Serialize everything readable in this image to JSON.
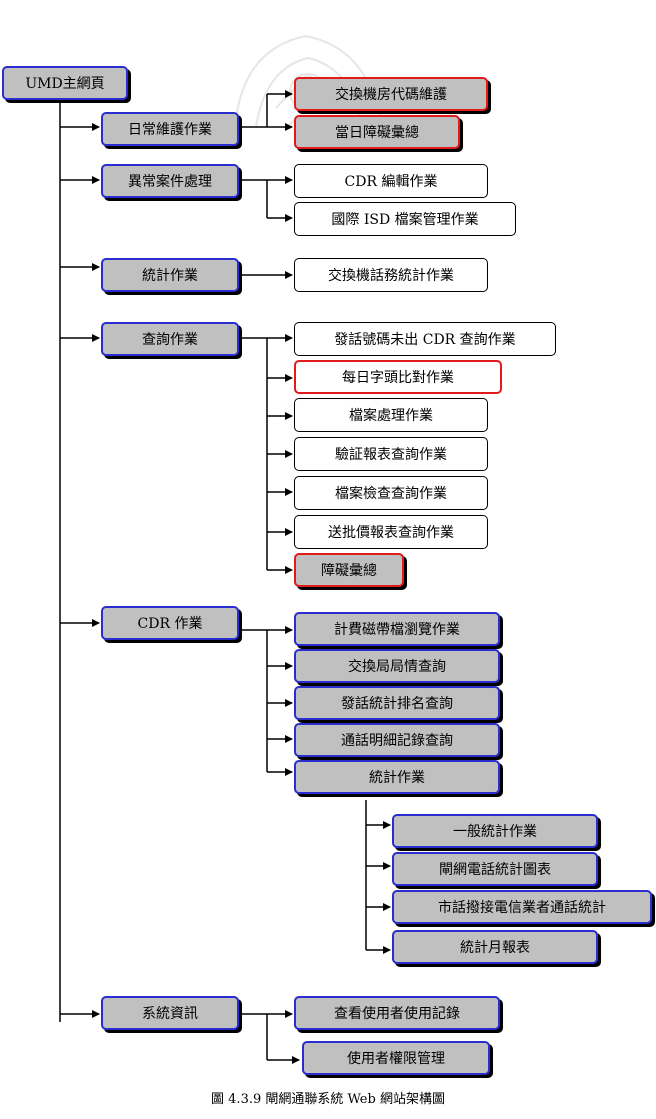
{
  "nodes": {
    "root": "UMD主網頁",
    "daily": "日常維護作業",
    "switch_code": "交換機房代碼維護",
    "fault_sum_1": "當日障礙彙總",
    "anomaly": "異常案件處理",
    "cdr_edit": "CDR 編輯作業",
    "isd": "國際 ISD 檔案管理作業",
    "stats": "統計作業",
    "switch_traffic": "交換機話務統計作業",
    "query": "查詢作業",
    "caller_cdr": "發話號碼未出 CDR 查詢作業",
    "daily_prefix": "每日字頭比對作業",
    "file_process": "檔案處理作業",
    "verify_report": "驗証報表查詢作業",
    "file_check": "檔案檢查查詢作業",
    "batch_report": "送批價報表查詢作業",
    "fault_sum_2": "障礙彙總",
    "cdr_ops": "CDR 作業",
    "billing_browse": "計費磁帶檔瀏覽作業",
    "switch_office": "交換局局情查詢",
    "caller_rank": "發話統計排名查詢",
    "call_detail": "通話明細記錄查詢",
    "stats_2": "統計作業",
    "general_stats": "一般統計作業",
    "net_chart": "閘網電話統計圖表",
    "local_carrier": "市話撥接電信業者通話統計",
    "stats_monthly": "統計月報表",
    "sysinfo": "系統資訊",
    "user_log": "查看使用者使用記錄",
    "user_perm": "使用者權限管理"
  },
  "caption": "圖 4.3.9 閘網通聯系統 Web 網站架構圖"
}
